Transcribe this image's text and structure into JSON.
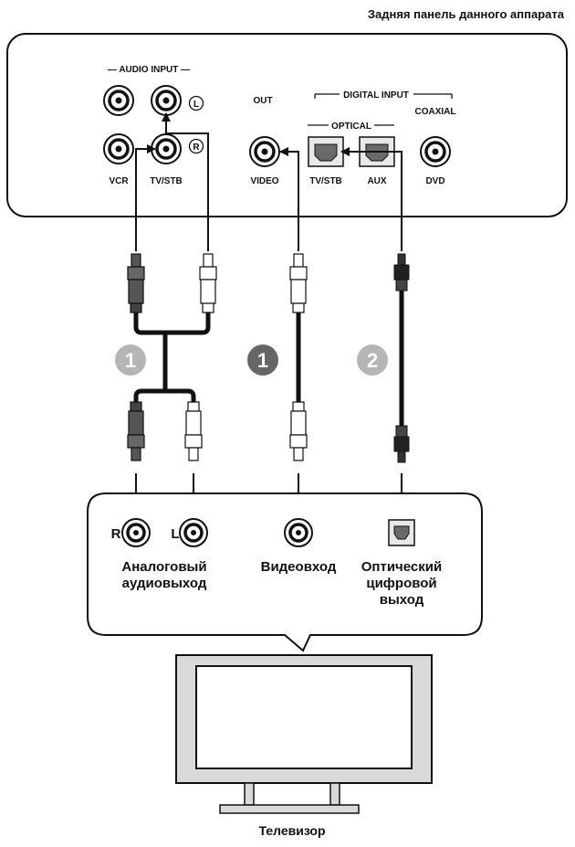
{
  "header": {
    "title": "Задняя панель данного аппарата"
  },
  "rear_panel": {
    "audio_input_label": "— AUDIO INPUT —",
    "left_marker": "L",
    "right_marker": "R",
    "vcr_label": "VCR",
    "tv_stb_label": "TV/STB",
    "out_label": "OUT",
    "video_label": "VIDEO",
    "digital_input_label": "DIGITAL INPUT",
    "optical_label": "OPTICAL",
    "coaxial_label": "COAXIAL",
    "optical_tv_stb_label": "TV/STB",
    "aux_label": "AUX",
    "dvd_label": "DVD"
  },
  "steps": {
    "step_1a": "1",
    "step_1b": "1",
    "step_2": "2"
  },
  "tv_outputs": {
    "r_marker": "R",
    "l_marker": "L",
    "analog_line1": "Аналоговый",
    "analog_line2": "аудиовыход",
    "video_in": "Видеовход",
    "optical_line1": "Оптический",
    "optical_line2": "цифровой",
    "optical_line3": "выход"
  },
  "tv": {
    "label": "Телевизор"
  }
}
